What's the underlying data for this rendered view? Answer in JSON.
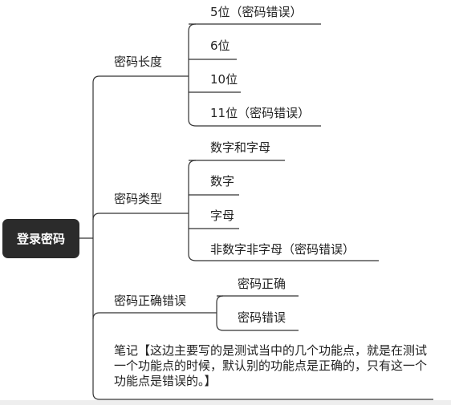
{
  "root": {
    "label": "登录密码"
  },
  "branches": [
    {
      "label": "密码长度",
      "children": [
        "5位（密码错误）",
        "6位",
        "10位",
        "11位（密码错误）"
      ]
    },
    {
      "label": "密码类型",
      "children": [
        "数字和字母",
        "数字",
        "字母",
        "非数字非字母（密码错误）"
      ]
    },
    {
      "label": "密码正确错误",
      "children": [
        "密码正确",
        "密码错误"
      ]
    }
  ],
  "note": {
    "text": "笔记【这边主要写的是测试当中的几个功能点，就是在测试一个功能点的时候，默认别的功能点是正确的，只有这一个功能点是错误的。】"
  }
}
